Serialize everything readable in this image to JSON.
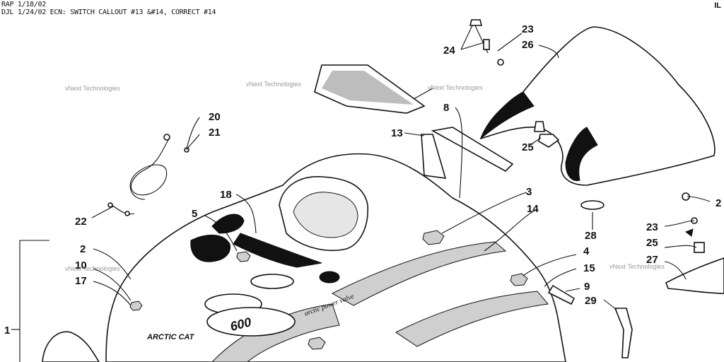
{
  "header": {
    "line1": "RAP 1/18/02",
    "line2": "DJL 1/24/02 ECN: SWITCH CALLOUT #13 &#14, CORRECT #14",
    "corner": "IL"
  },
  "watermark": "vNext Technologies",
  "decals": {
    "brand": "ARCTIC CAT",
    "model": "600",
    "valve": "arctic power valve"
  },
  "callouts": [
    "1",
    "2",
    "3",
    "4",
    "5",
    "8",
    "9",
    "10",
    "13",
    "14",
    "15",
    "17",
    "18",
    "20",
    "21",
    "22",
    "23",
    "23",
    "24",
    "25",
    "25",
    "26",
    "27",
    "28",
    "29",
    "2"
  ]
}
